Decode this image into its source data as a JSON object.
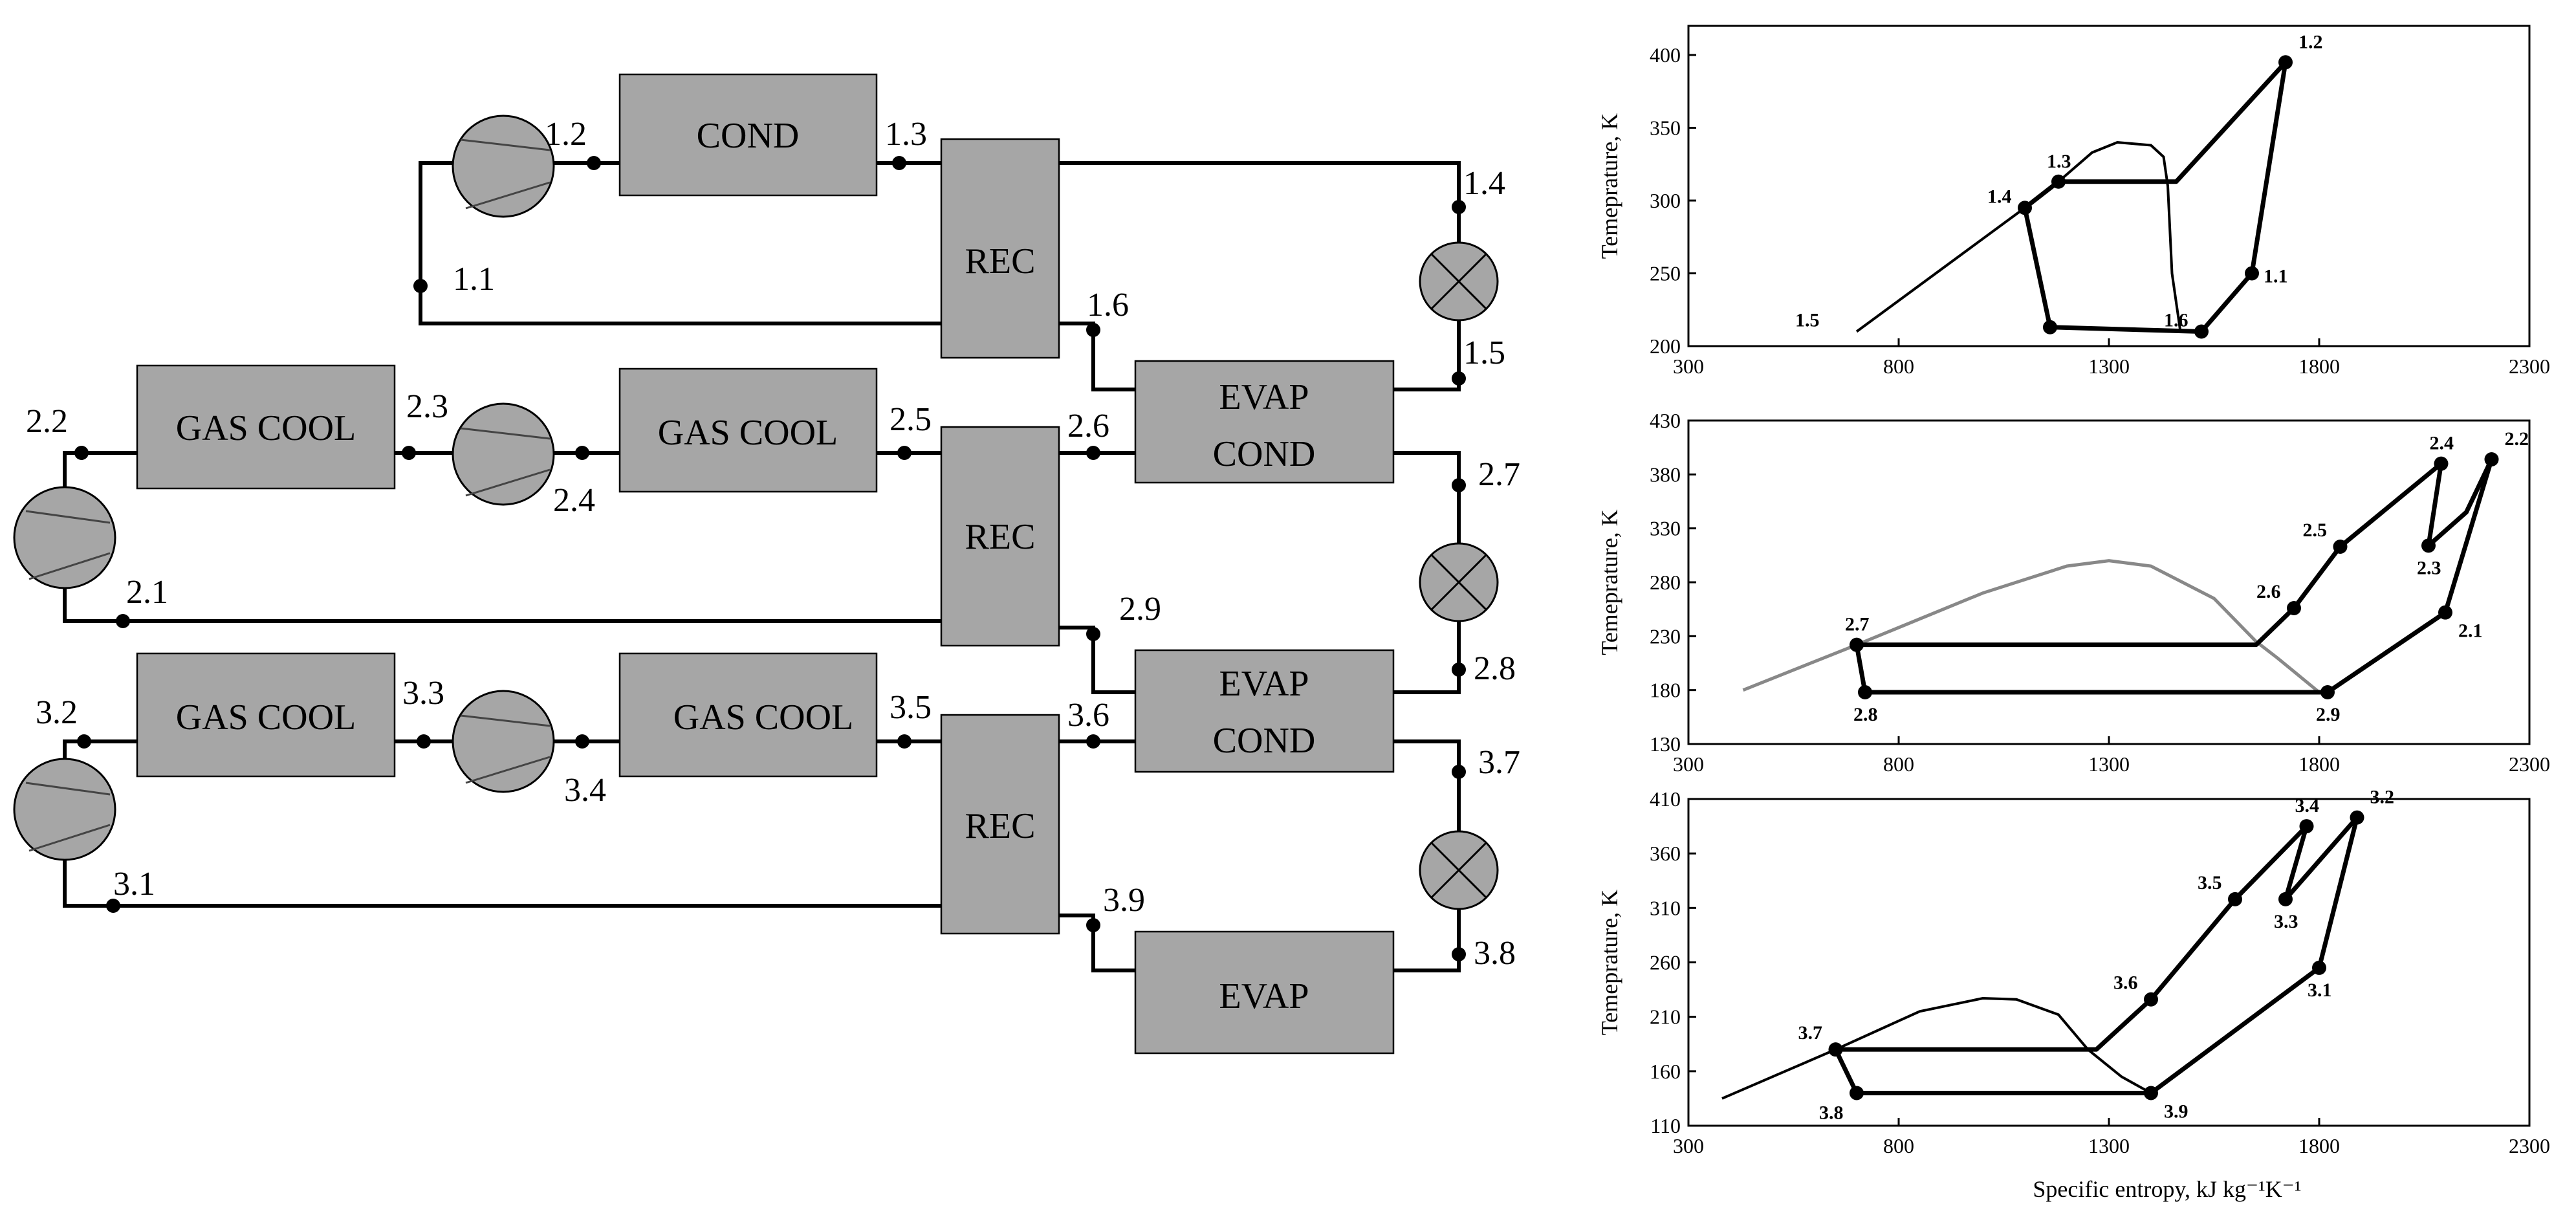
{
  "schematic": {
    "components": {
      "cond": "COND",
      "rec1": "REC",
      "rec2": "REC",
      "rec3": "REC",
      "gascool_2a": "GAS COOL",
      "gascool_2b": "GAS COOL",
      "gascool_3a": "GAS COOL",
      "gascool_3b": "GAS COOL",
      "evapcond1_l1": "EVAP",
      "evapcond1_l2": "COND",
      "evapcond2_l1": "EVAP",
      "evapcond2_l2": "COND",
      "evap": "EVAP"
    },
    "state_labels": {
      "s11": "1.1",
      "s12": "1.2",
      "s13": "1.3",
      "s14": "1.4",
      "s15": "1.5",
      "s16": "1.6",
      "s21": "2.1",
      "s22": "2.2",
      "s23": "2.3",
      "s24": "2.4",
      "s25": "2.5",
      "s26": "2.6",
      "s27": "2.7",
      "s28": "2.8",
      "s29": "2.9",
      "s31": "3.1",
      "s32": "3.2",
      "s33": "3.3",
      "s34": "3.4",
      "s35": "3.5",
      "s36": "3.6",
      "s37": "3.7",
      "s38": "3.8",
      "s39": "3.9"
    }
  },
  "chart_data": [
    {
      "type": "line",
      "ylabel": "Temeprature, K",
      "xlim": [
        300,
        2300
      ],
      "ylim": [
        200,
        420
      ],
      "xticks": [
        300,
        800,
        1300,
        1800,
        2300
      ],
      "yticks": [
        200,
        250,
        300,
        350,
        400
      ],
      "saturation_dome": [
        [
          700,
          210
        ],
        [
          1100,
          295
        ],
        [
          1180,
          313
        ],
        [
          1260,
          333
        ],
        [
          1320,
          340
        ],
        [
          1400,
          338
        ],
        [
          1430,
          330
        ],
        [
          1440,
          310
        ],
        [
          1450,
          250
        ],
        [
          1470,
          210
        ]
      ],
      "cycle": [
        [
          1640,
          250
        ],
        [
          1720,
          395
        ],
        [
          1460,
          313
        ],
        [
          1180,
          313
        ],
        [
          1100,
          295
        ],
        [
          1160,
          213
        ],
        [
          1520,
          210
        ],
        [
          1640,
          250
        ]
      ],
      "points": [
        {
          "label": "1.1",
          "s": 1640,
          "T": 250,
          "anchor": "right"
        },
        {
          "label": "1.2",
          "s": 1720,
          "T": 395,
          "anchor": "above-right"
        },
        {
          "label": "1.3",
          "s": 1180,
          "T": 313,
          "anchor": "above"
        },
        {
          "label": "1.4",
          "s": 1100,
          "T": 295,
          "anchor": "left"
        },
        {
          "label": "1.5",
          "s": 700,
          "T": 210,
          "anchor": "label-only"
        },
        {
          "label": "1.6",
          "s": 1520,
          "T": 210,
          "anchor": "left"
        },
        {
          "label": "",
          "s": 1160,
          "T": 213,
          "anchor": "none"
        }
      ]
    },
    {
      "type": "line",
      "ylabel": "Temeprature, K",
      "xlim": [
        300,
        2300
      ],
      "ylim": [
        130,
        430
      ],
      "xticks": [
        300,
        800,
        1300,
        1800,
        2300
      ],
      "yticks": [
        130,
        180,
        230,
        280,
        330,
        380,
        430
      ],
      "saturation_dome": [
        [
          430,
          180
        ],
        [
          700,
          222
        ],
        [
          1000,
          270
        ],
        [
          1200,
          295
        ],
        [
          1300,
          300
        ],
        [
          1400,
          295
        ],
        [
          1550,
          265
        ],
        [
          1650,
          225
        ],
        [
          1700,
          210
        ],
        [
          1800,
          178
        ]
      ],
      "cycle": [
        [
          1820,
          178
        ],
        [
          2100,
          252
        ],
        [
          2210,
          394
        ],
        [
          2150,
          345
        ],
        [
          2060,
          314
        ],
        [
          2090,
          390
        ],
        [
          1850,
          313
        ],
        [
          1740,
          256
        ],
        [
          1650,
          222
        ],
        [
          700,
          222
        ],
        [
          720,
          178
        ],
        [
          1820,
          178
        ]
      ],
      "points": [
        {
          "label": "2.1",
          "s": 2100,
          "T": 252,
          "anchor": "below-right"
        },
        {
          "label": "2.2",
          "s": 2210,
          "T": 394,
          "anchor": "above-right"
        },
        {
          "label": "2.3",
          "s": 2060,
          "T": 314,
          "anchor": "below"
        },
        {
          "label": "2.4",
          "s": 2090,
          "T": 390,
          "anchor": "above"
        },
        {
          "label": "2.5",
          "s": 1850,
          "T": 313,
          "anchor": "above-left"
        },
        {
          "label": "2.6",
          "s": 1740,
          "T": 256,
          "anchor": "above-left"
        },
        {
          "label": "2.7",
          "s": 700,
          "T": 222,
          "anchor": "above"
        },
        {
          "label": "2.8",
          "s": 720,
          "T": 178,
          "anchor": "below"
        },
        {
          "label": "2.9",
          "s": 1820,
          "T": 178,
          "anchor": "below"
        }
      ]
    },
    {
      "type": "line",
      "ylabel": "Temeprature, K",
      "xlabel": "Specific entropy, kJ kg⁻¹K⁻¹",
      "xlim": [
        300,
        2300
      ],
      "ylim": [
        110,
        410
      ],
      "xticks": [
        300,
        800,
        1300,
        1800,
        2300
      ],
      "yticks": [
        110,
        160,
        210,
        260,
        310,
        360,
        410
      ],
      "saturation_dome": [
        [
          380,
          135
        ],
        [
          650,
          180
        ],
        [
          850,
          215
        ],
        [
          1000,
          227
        ],
        [
          1080,
          226
        ],
        [
          1180,
          212
        ],
        [
          1250,
          180
        ],
        [
          1330,
          155
        ],
        [
          1400,
          140
        ]
      ],
      "cycle": [
        [
          1400,
          140
        ],
        [
          1800,
          255
        ],
        [
          1890,
          393
        ],
        [
          1720,
          318
        ],
        [
          1770,
          385
        ],
        [
          1600,
          318
        ],
        [
          1400,
          226
        ],
        [
          1270,
          180
        ],
        [
          650,
          180
        ],
        [
          700,
          140
        ],
        [
          1400,
          140
        ]
      ],
      "points": [
        {
          "label": "3.1",
          "s": 1800,
          "T": 255,
          "anchor": "below"
        },
        {
          "label": "3.2",
          "s": 1890,
          "T": 393,
          "anchor": "above-right"
        },
        {
          "label": "3.3",
          "s": 1720,
          "T": 318,
          "anchor": "below"
        },
        {
          "label": "3.4",
          "s": 1770,
          "T": 385,
          "anchor": "above"
        },
        {
          "label": "3.5",
          "s": 1600,
          "T": 318,
          "anchor": "above-left"
        },
        {
          "label": "3.6",
          "s": 1400,
          "T": 226,
          "anchor": "above-left"
        },
        {
          "label": "3.7",
          "s": 650,
          "T": 180,
          "anchor": "above-left"
        },
        {
          "label": "3.8",
          "s": 700,
          "T": 140,
          "anchor": "below-left"
        },
        {
          "label": "3.9",
          "s": 1400,
          "T": 140,
          "anchor": "below-right"
        }
      ]
    }
  ]
}
